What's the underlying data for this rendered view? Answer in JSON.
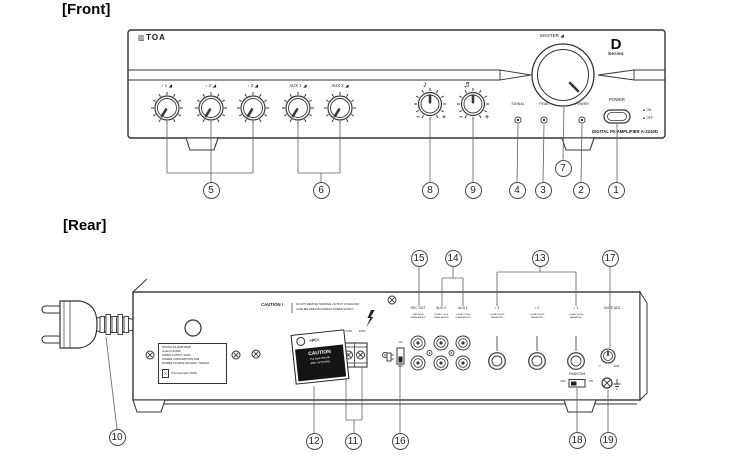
{
  "icons": {
    "toa_grid": "▥",
    "mic": "▪",
    "volume_wedge": "◢",
    "bass_tone": "♪",
    "treble_tone": "♬",
    "square_marker": "■"
  },
  "front": {
    "section_label": "[Front]",
    "brand": "TOA",
    "master_label": "MASTER",
    "d_badge_letter": "D",
    "d_badge_series": "Series",
    "knob1": "1",
    "knob2": "2",
    "knob3": "3",
    "knob4": "AUX 1",
    "knob5": "AUX 2",
    "tone_minus": "−",
    "tone_plus": "+",
    "led_signal": "SIGNAL",
    "led_peak": "PEAK",
    "led_power": "POWER",
    "power_label": "POWER",
    "power_on": "ON",
    "power_off": "OFF",
    "model_line": "DIGITAL PA AMPLIFIER A-2240D"
  },
  "rear": {
    "section_label": "[Rear]",
    "caution_title": "CAUTION !",
    "caution_line1": "DO NOT REMOVE TERMINAL OUTPUT COVER AND",
    "caution_line2": "CASE BEFORE DISCONNECT POWER SUPPLY.",
    "rating": {
      "line1": "DIGITAL PA AMPLIFIER",
      "line2": "model  A-2240D",
      "line3": "RATED OUTPUT  240W",
      "line4": "POWER CONSUMPTION  46W",
      "line5": "POWER SOURCE  220-240V~  50/60Hz",
      "corp": "TOA Corporation  JAPAN"
    },
    "sticker_pc": ">PC<",
    "sticker_title": "CAUTION",
    "sticker_line1": "Put back this tab",
    "sticker_line2": "after connecting.",
    "term_com": "COM",
    "term_100v": "100V",
    "sw_on": "ON",
    "sw_off": "OFF",
    "rec_out": "REC OUT",
    "rec_spec1": "(0dB 600Ω)",
    "rec_spec2": "UNBALANCED",
    "aux2": "AUX 2",
    "aux1": "AUX 1",
    "aux_spec1": "(-20dBV 10kΩ)",
    "aux_spec2": "UNBALANCED",
    "mic3": "3",
    "mic2": "2",
    "mic1": "1",
    "mic_spec1": "(-60dBV 600Ω)",
    "mic_spec2": "BALANCED",
    "mute_adj": "MUTE ADJ",
    "mute_min": "0",
    "mute_max": "-20dB",
    "phantom": "PHANTOM",
    "phantom_off": "OFF",
    "phantom_on": "ON"
  },
  "callouts": {
    "c1": "1",
    "c2": "2",
    "c3": "3",
    "c4": "4",
    "c5": "5",
    "c6": "6",
    "c7": "7",
    "c8": "8",
    "c9": "9",
    "c10": "10",
    "c11": "11",
    "c12": "12",
    "c13": "13",
    "c14": "14",
    "c15": "15",
    "c16": "16",
    "c17": "17",
    "c18": "18",
    "c19": "19"
  }
}
